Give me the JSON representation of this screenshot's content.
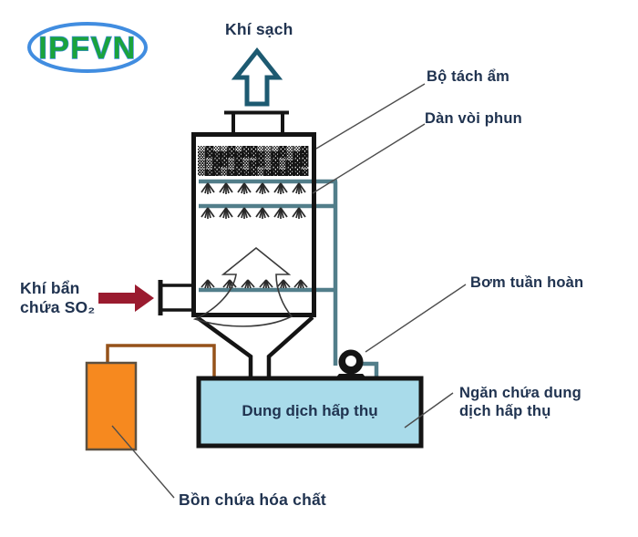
{
  "logo": {
    "text": "IPFVN"
  },
  "labels": {
    "clean_gas": "Khí sạch",
    "mist_eliminator": "Bộ tách ẩm",
    "spray_header": "Dàn vòi phun",
    "dirty_gas_line1": "Khí bẩn",
    "dirty_gas_line2": "chứa SO₂",
    "pump": "Bơm tuần hoàn",
    "solution": "Dung dịch hấp thụ",
    "solution_compartment_line1": "Ngăn chứa dung",
    "solution_compartment_line2": "dịch hấp thụ",
    "chemical_tank": "Bồn chứa hóa chất"
  },
  "colors": {
    "label_navy": "#203350",
    "clean_gas_arrow_teal": "#1d5a71",
    "dirty_gas_arrow_red": "#9a1b2f",
    "pipe_teal": "#527e8a",
    "pipe_brown": "#95521a",
    "basin_blue": "#a9dbea",
    "tank_orange": "#f6891f",
    "line_black": "#141414",
    "leader_gray": "#4d4d4d",
    "logo_green": "#1aa33c",
    "logo_blue": "#418de0"
  },
  "texture": {
    "packing": "▒▓▒▒▓▒▓▓▒▒▒▓▒▒▓▒▒▓▓▒▓▒▒▓▒▓▒▒▓▓▒▒▓▒▒▓▒▓▒▒▓▒▓▓▒▒▓▒▒▓▒▓▒▒▓▒▓▒▒▓▓▒▒▓▒▓▒▒▓▒▓▒▒▓▒▒▓▓▒"
  }
}
